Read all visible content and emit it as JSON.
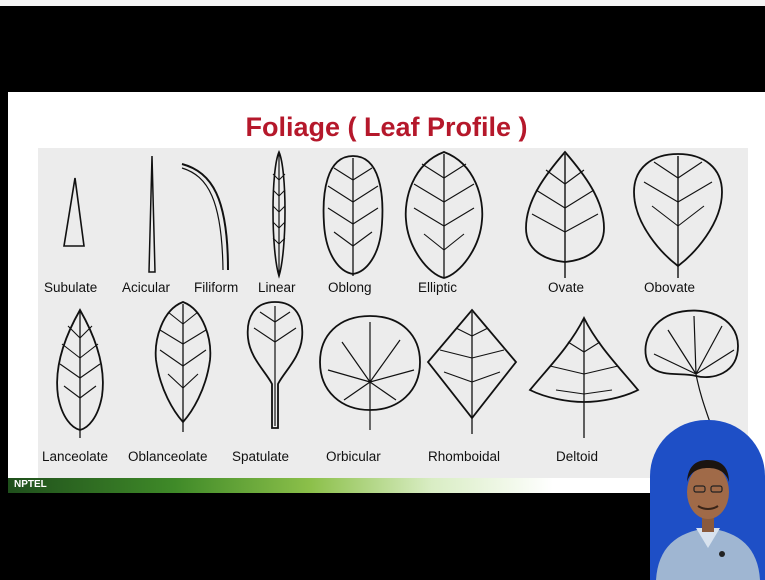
{
  "slide": {
    "title": "Foliage  ( Leaf Profile )"
  },
  "leaves_row1": [
    "Subulate",
    "Acicular",
    "Filiform",
    "Linear",
    "Oblong",
    "Elliptic",
    "Ovate",
    "Obovate"
  ],
  "leaves_row2": [
    "Lanceolate",
    "Oblanceolate",
    "Spatulate",
    "Orbicular",
    "Rhomboidal",
    "Deltoid"
  ],
  "footer": {
    "brand": "NPTEL"
  },
  "colors": {
    "title": "#b5182b",
    "footer_green": "#3f8a28",
    "presenter_bg": "#1e4fc6"
  }
}
